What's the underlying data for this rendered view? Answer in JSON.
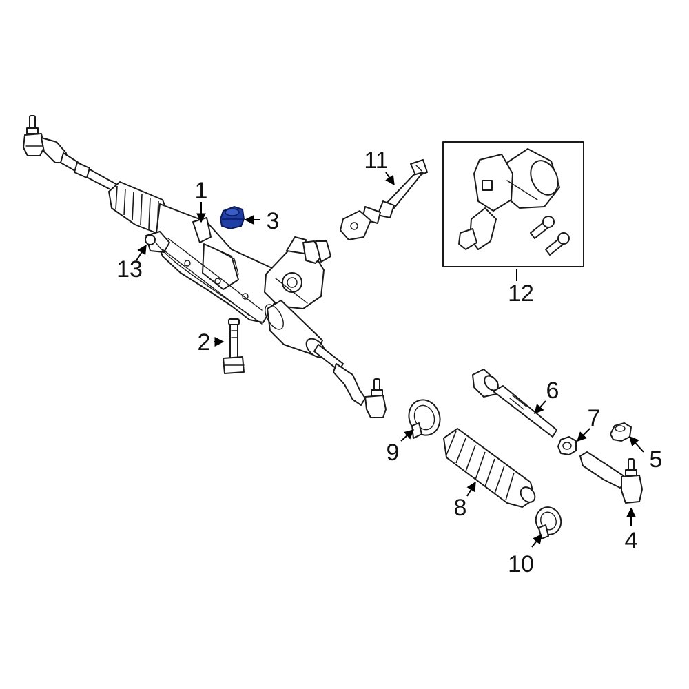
{
  "diagram": {
    "highlight_color": "#1f3fa6",
    "highlighted_part": "3",
    "callouts": [
      {
        "id": "c1",
        "label": "1"
      },
      {
        "id": "c2",
        "label": "2"
      },
      {
        "id": "c3",
        "label": "3"
      },
      {
        "id": "c4",
        "label": "4"
      },
      {
        "id": "c5",
        "label": "5"
      },
      {
        "id": "c6",
        "label": "6"
      },
      {
        "id": "c7",
        "label": "7"
      },
      {
        "id": "c8",
        "label": "8"
      },
      {
        "id": "c9",
        "label": "9"
      },
      {
        "id": "c10",
        "label": "10"
      },
      {
        "id": "c11",
        "label": "11"
      },
      {
        "id": "c12",
        "label": "12"
      },
      {
        "id": "c13",
        "label": "13"
      }
    ]
  }
}
